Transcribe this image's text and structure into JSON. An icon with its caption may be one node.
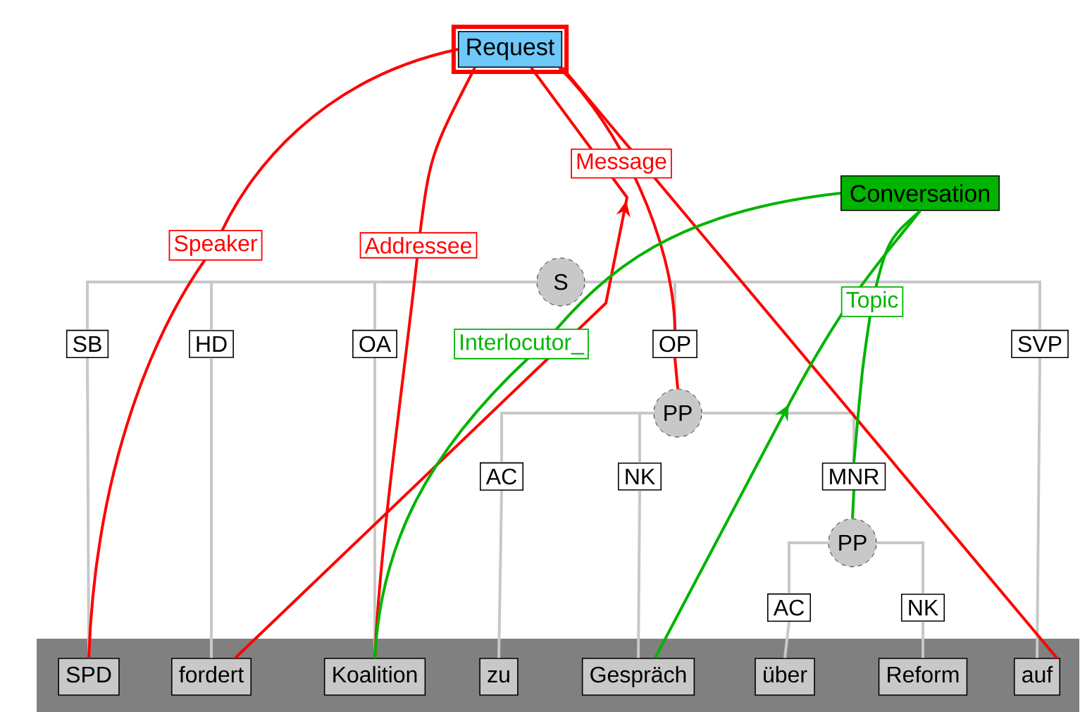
{
  "diagram": {
    "nodes": [
      {
        "text": [
          "Request"
        ]
      },
      {
        "text": [
          "Conversation"
        ]
      },
      {
        "text": [
          "S"
        ]
      },
      {
        "text": [
          "SB"
        ]
      },
      {
        "text": [
          "HD"
        ]
      },
      {
        "text": [
          "OA"
        ]
      },
      {
        "text": [
          "OP"
        ]
      },
      {
        "text": [
          "SVP"
        ]
      },
      {
        "text": [
          "PP"
        ]
      },
      {
        "text": [
          "AC"
        ]
      },
      {
        "text": [
          "NK"
        ]
      },
      {
        "text": [
          "MNR"
        ]
      },
      {
        "text": [
          "PP"
        ]
      },
      {
        "text": [
          "AC"
        ]
      },
      {
        "text": [
          "NK"
        ]
      },
      {
        "text": [],
        "shape": "bar"
      },
      {
        "text": [
          "SPD"
        ],
        "in": 15
      },
      {
        "text": [
          "fordert"
        ],
        "in": 15
      },
      {
        "text": [
          "Koalition"
        ],
        "in": 15
      },
      {
        "text": [
          "zu"
        ],
        "in": 15
      },
      {
        "text": [
          "Gespräch"
        ],
        "in": 15
      },
      {
        "text": [
          "über"
        ],
        "in": 15
      },
      {
        "text": [
          "Reform"
        ],
        "in": 15
      },
      {
        "text": [
          "auf"
        ],
        "in": 15
      }
    ],
    "edges": [
      {
        "from": 2,
        "to": 3,
        "arrow": "none"
      },
      {
        "from": 2,
        "to": 4,
        "arrow": "none"
      },
      {
        "from": 2,
        "to": 5,
        "arrow": "none"
      },
      {
        "from": 2,
        "to": 6,
        "arrow": "none"
      },
      {
        "from": 2,
        "to": 7,
        "arrow": "none"
      },
      {
        "from": 3,
        "to": 16,
        "arrow": "none"
      },
      {
        "from": 4,
        "to": 17,
        "arrow": "none"
      },
      {
        "from": 5,
        "to": 18,
        "arrow": "none"
      },
      {
        "from": 6,
        "to": 8,
        "arrow": "none",
        "color": "#ff0000"
      },
      {
        "from": 7,
        "to": 23,
        "arrow": "none"
      },
      {
        "from": 8,
        "to": 9,
        "arrow": "none"
      },
      {
        "from": 8,
        "to": 10,
        "arrow": "none"
      },
      {
        "from": 8,
        "to": 11,
        "arrow": "none"
      },
      {
        "from": 9,
        "to": 19,
        "arrow": "none"
      },
      {
        "from": 10,
        "to": 20,
        "arrow": "none"
      },
      {
        "from": 11,
        "to": 12,
        "arrow": "none",
        "color": "#00b400"
      },
      {
        "from": 12,
        "to": 13,
        "arrow": "none"
      },
      {
        "from": 12,
        "to": 14,
        "arrow": "none"
      },
      {
        "from": 13,
        "to": 21,
        "arrow": "none"
      },
      {
        "from": 14,
        "to": 22,
        "arrow": "none"
      },
      {
        "from": 0,
        "to": 16,
        "arrow": "none",
        "label": "Speaker",
        "color": "#ff0000"
      },
      {
        "from": 0,
        "to": 18,
        "arrow": "none",
        "label": "Addressee",
        "color": "#ff0000"
      },
      {
        "from": 0,
        "to": 6,
        "arrow": "none",
        "label": "Message",
        "color": "#ff0000"
      },
      {
        "from": 0,
        "to": 23,
        "arrow": "none",
        "color": "#ff0000"
      },
      {
        "from": 17,
        "to": 0,
        "arrow": "to",
        "color": "#ff0000"
      },
      {
        "from": 1,
        "to": 18,
        "arrow": "none",
        "label": "Interlocutor_",
        "color": "#00b400"
      },
      {
        "from": 1,
        "to": 11,
        "arrow": "none",
        "label": "Topic",
        "color": "#00b400"
      },
      {
        "from": 20,
        "to": 1,
        "arrow": "to",
        "color": "#00b400"
      }
    ]
  }
}
